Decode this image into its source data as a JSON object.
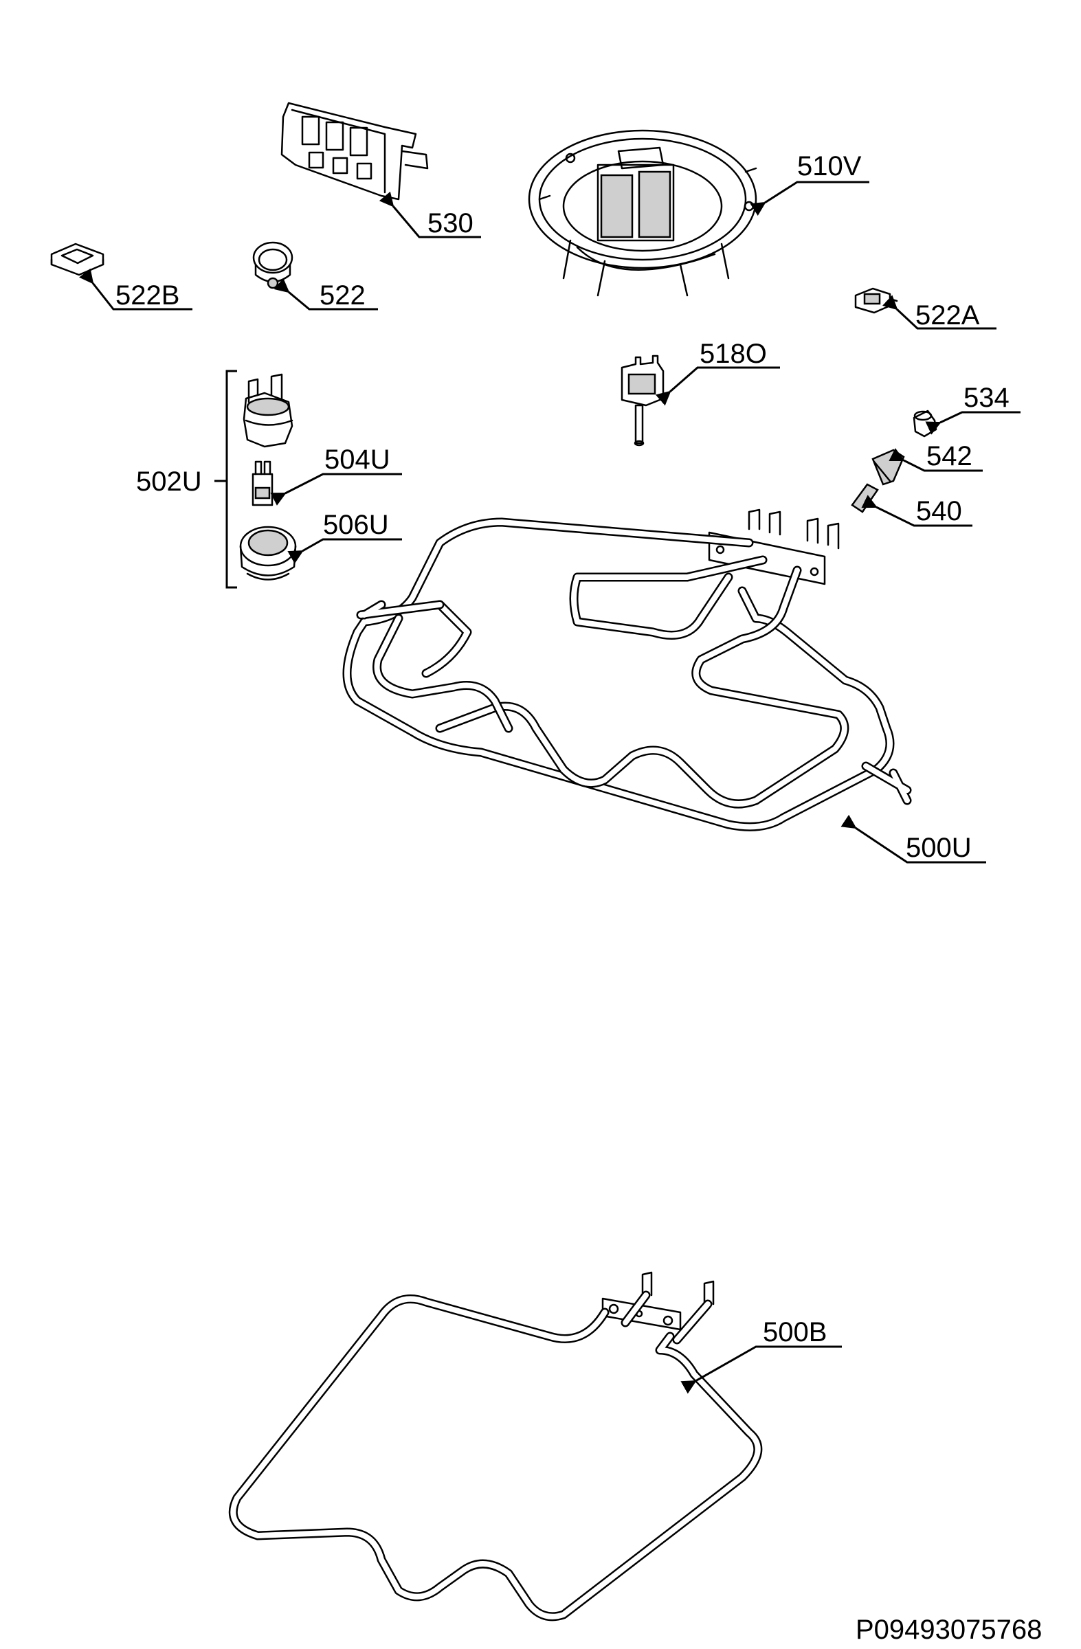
{
  "labels": {
    "l530": "530",
    "l510V": "510V",
    "l522B": "522B",
    "l522": "522",
    "l522A": "522A",
    "l518O": "518O",
    "l534": "534",
    "l542": "542",
    "l540": "540",
    "l502U": "502U",
    "l504U": "504U",
    "l506U": "506U",
    "l500U": "500U",
    "l500B": "500B"
  },
  "document_id": "P09493075768"
}
